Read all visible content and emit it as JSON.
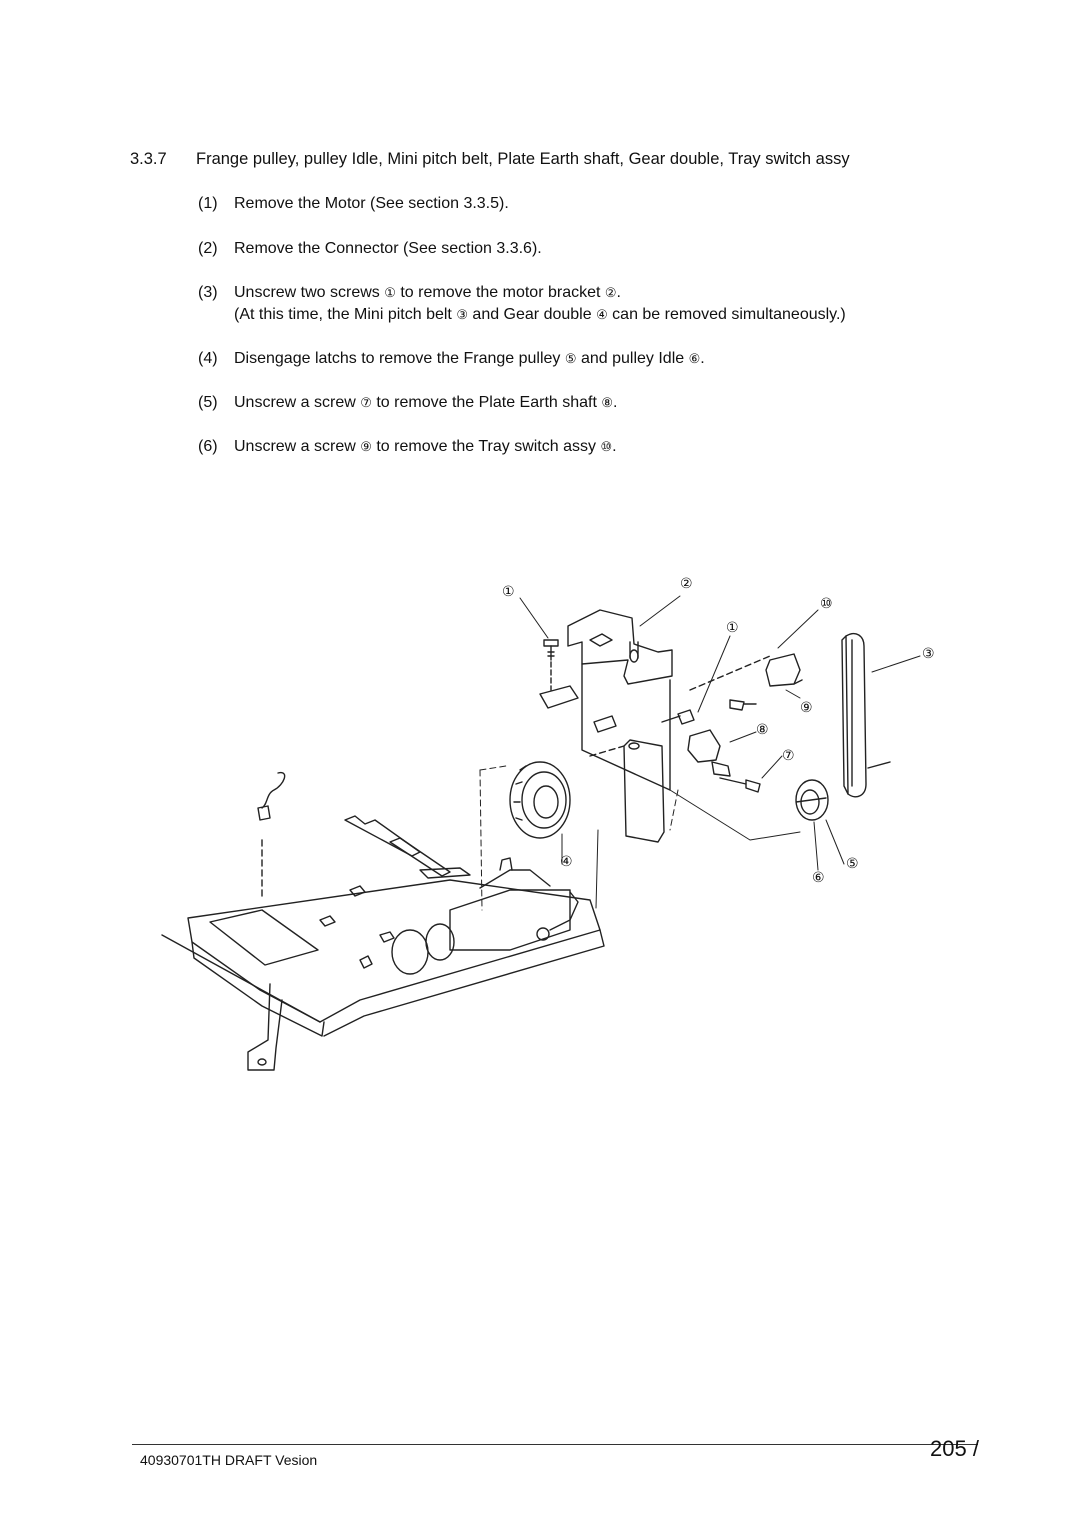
{
  "section": {
    "number": "3.3.7",
    "title": "Frange pulley, pulley Idle, Mini pitch belt, Plate Earth shaft, Gear double, Tray switch assy"
  },
  "steps": [
    {
      "num": "(1)",
      "text": "Remove the Motor (See section 3.3.5)."
    },
    {
      "num": "(2)",
      "text": "Remove the Connector (See section 3.3.6)."
    },
    {
      "num": "(3)",
      "parts": [
        "Unscrew two screws ",
        "①",
        " to remove the motor bracket ",
        "②",
        "."
      ],
      "cont": [
        "(At this time, the Mini pitch belt ",
        "③",
        " and Gear double ",
        "④",
        " can be removed simultaneously.)"
      ]
    },
    {
      "num": "(4)",
      "parts": [
        "Disengage latchs to remove the Frange pulley ",
        "⑤",
        " and pulley Idle ",
        "⑥",
        "."
      ]
    },
    {
      "num": "(5)",
      "parts": [
        "Unscrew a screw ",
        "⑦",
        " to remove the Plate Earth shaft ",
        "⑧",
        "."
      ]
    },
    {
      "num": "(6)",
      "parts": [
        "Unscrew a screw ",
        "⑨",
        " to remove the Tray switch assy ",
        "⑩",
        "."
      ]
    }
  ],
  "figure": {
    "callouts": {
      "c1a": "①",
      "c2": "②",
      "c10": "⑩",
      "c1b": "①",
      "c3": "③",
      "c9": "⑨",
      "c8": "⑧",
      "c7": "⑦",
      "c4": "④",
      "c5": "⑤",
      "c6": "⑥"
    }
  },
  "footer": {
    "doc_id": "40930701TH  DRAFT Vesion",
    "page": "205 /"
  }
}
